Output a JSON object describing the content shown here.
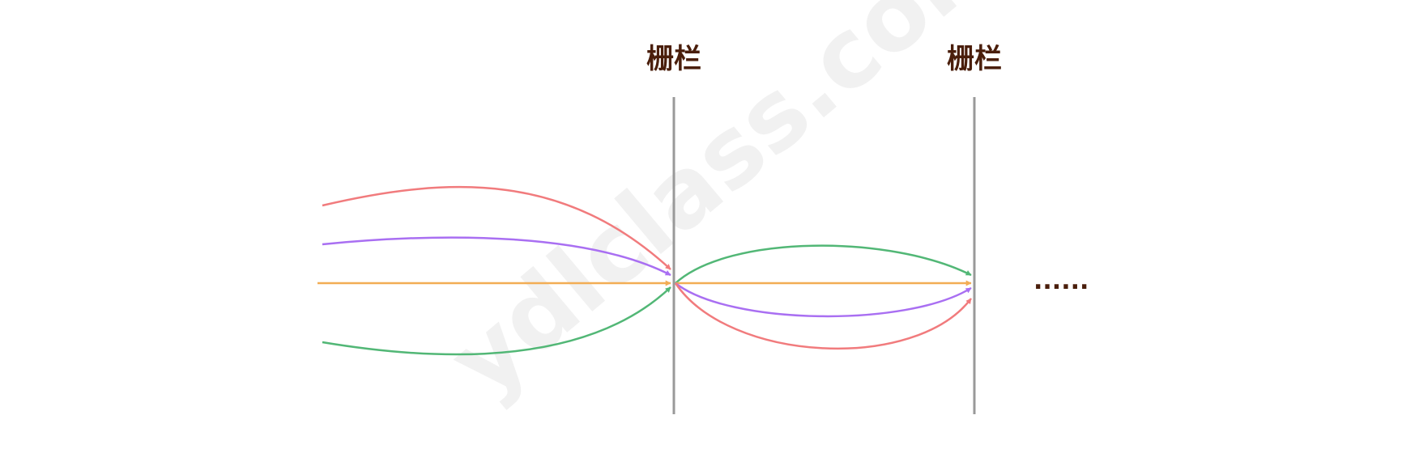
{
  "barriers": [
    {
      "label": "栅栏"
    },
    {
      "label": "栅栏"
    }
  ],
  "ellipsis": "......",
  "watermark": "ydlclass.com",
  "colors": {
    "label": "#4a1e0b",
    "barrier_line": "#999999",
    "watermark": "#f1f1f1",
    "red": "#f17b7d",
    "purple": "#a96ff2",
    "orange": "#f2ad54",
    "green": "#52b776",
    "background": "#ffffff"
  }
}
